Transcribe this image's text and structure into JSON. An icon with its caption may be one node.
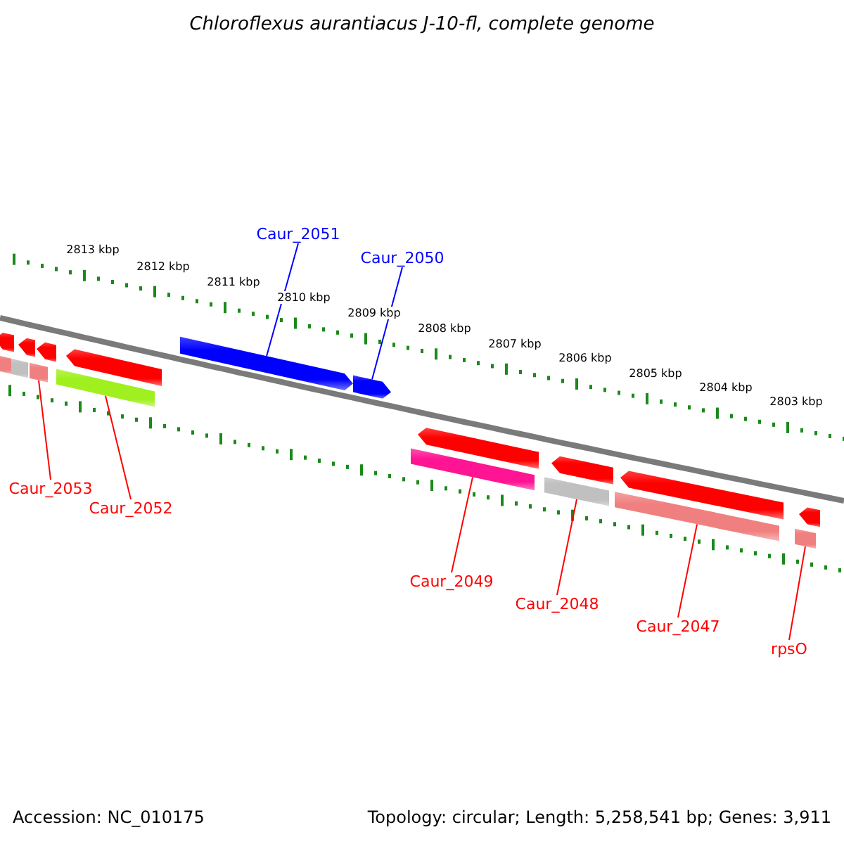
{
  "diagram": {
    "title": "Chloroflexus aurantiacus J-10-fl, complete genome",
    "nodes": [
      {
        "text": [
          "Caur_2051"
        ]
      },
      {
        "text": [
          "Caur_2050"
        ]
      },
      {
        "text": [],
        "shape": "bar"
      },
      {
        "text": [],
        "shape": "bar"
      },
      {
        "text": [],
        "shape": "bar"
      },
      {
        "text": [],
        "shape": "bar"
      },
      {
        "text": [],
        "shape": "bar"
      },
      {
        "text": [],
        "shape": "bar"
      },
      {
        "text": [],
        "shape": "bar"
      },
      {
        "text": [],
        "shape": "bar"
      },
      {
        "text": [],
        "shape": "bar"
      },
      {
        "text": [],
        "shape": "bar"
      },
      {
        "text": [
          "Caur_2053"
        ]
      },
      {
        "text": [
          "Caur_2052"
        ]
      },
      {
        "text": [
          "Caur_2049"
        ]
      },
      {
        "text": [
          "Caur_2048"
        ]
      },
      {
        "text": [
          "Caur_2047"
        ]
      },
      {
        "text": [
          "rpsO"
        ]
      }
    ],
    "edges": [
      {
        "from": 0,
        "to": 6,
        "arrow": "none",
        "color": "#0000ff"
      },
      {
        "from": 1,
        "to": 7,
        "arrow": "none",
        "color": "#0000ff"
      },
      {
        "from": 12,
        "to": 4,
        "arrow": "none"
      },
      {
        "from": 13,
        "to": 5,
        "arrow": "none"
      },
      {
        "from": 14,
        "to": 8,
        "arrow": "none"
      },
      {
        "from": 15,
        "to": 9,
        "arrow": "none"
      },
      {
        "from": 16,
        "to": 10,
        "arrow": "none"
      },
      {
        "from": 17,
        "to": 11,
        "arrow": "none"
      }
    ],
    "labels": [
      "2813 kbp",
      "2812 kbp",
      "2811 kbp",
      "2810 kbp",
      "2809 kbp",
      "2808 kbp",
      "2807 kbp",
      "2806 kbp",
      "2805 kbp",
      "2804 kbp",
      "2803 kbp",
      "Accession: NC_010175",
      "Topology: circular; Length: 5,258,541 bp; Genes: 3,911"
    ]
  }
}
